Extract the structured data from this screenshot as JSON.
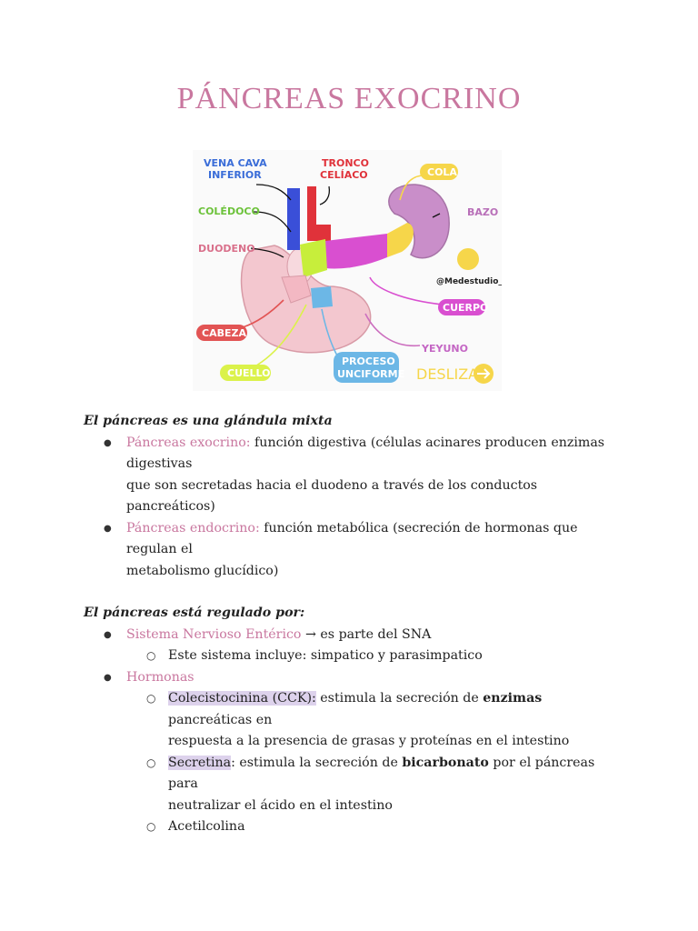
{
  "title": "PÁNCREAS EXOCRINO",
  "figure": {
    "labels": {
      "vena_cava": [
        "VENA CAVA",
        "INFERIOR"
      ],
      "tronco": [
        "TRONCO",
        "CELÍACO"
      ],
      "cola": "COLA",
      "coledoco": "COLÉDOCO",
      "bazo": "BAZO",
      "duodeno": "DUODENO",
      "handle": "@Medestudio_",
      "cuerpo": "CUERPO",
      "cabeza": "CABEZA",
      "yeyuno": "YEYUNO",
      "cuello": "CUELLO",
      "proceso": [
        "PROCESO",
        "UNCIFORME"
      ],
      "desliza": "DESLIZA"
    },
    "colors": {
      "cava": "#3a4fd8",
      "aorta": "#e0323a",
      "tail": "#f6d64a",
      "body": "#d94fd0",
      "neck": "#c7ee3b",
      "head": "#f3b8c3",
      "uncinate": "#6cb7e6",
      "spleen": "#c98ec9"
    }
  },
  "intro1": "El páncreas es una glándula mixta",
  "exo": {
    "term": "Páncreas exocrino:",
    "line1": " función digestiva (células acinares producen enzimas digestivas",
    "line2": "que son secretadas hacia el duodeno a través de los conductos pancreáticos)"
  },
  "endo": {
    "term": "Páncreas endocrino:",
    "line1": " función metabólica (secreción de hormonas que regulan el",
    "line2": "metabolismo glucídico)"
  },
  "intro2": "El páncreas está regulado por:",
  "sne": {
    "term": "Sistema Nervioso Entérico",
    "rest": " → es parte del SNA",
    "sub": "Este sistema incluye: simpatico y parasimpatico"
  },
  "hormonas": {
    "term": "Hormonas",
    "cck_term": "Colecistocinina (CCK):",
    "cck_a": " estimula la secreción de ",
    "cck_b": "enzimas",
    "cck_c": " pancreáticas en",
    "cck_line2": "respuesta a la presencia de grasas y proteínas en el intestino",
    "sec_term": "Secretina",
    "sec_a": ": estimula la secreción de ",
    "sec_b": "bicarbonato",
    "sec_c": " por el páncreas para",
    "sec_line2": "neutralizar el ácido en el intestino",
    "acetil": "Acetilcolina"
  }
}
